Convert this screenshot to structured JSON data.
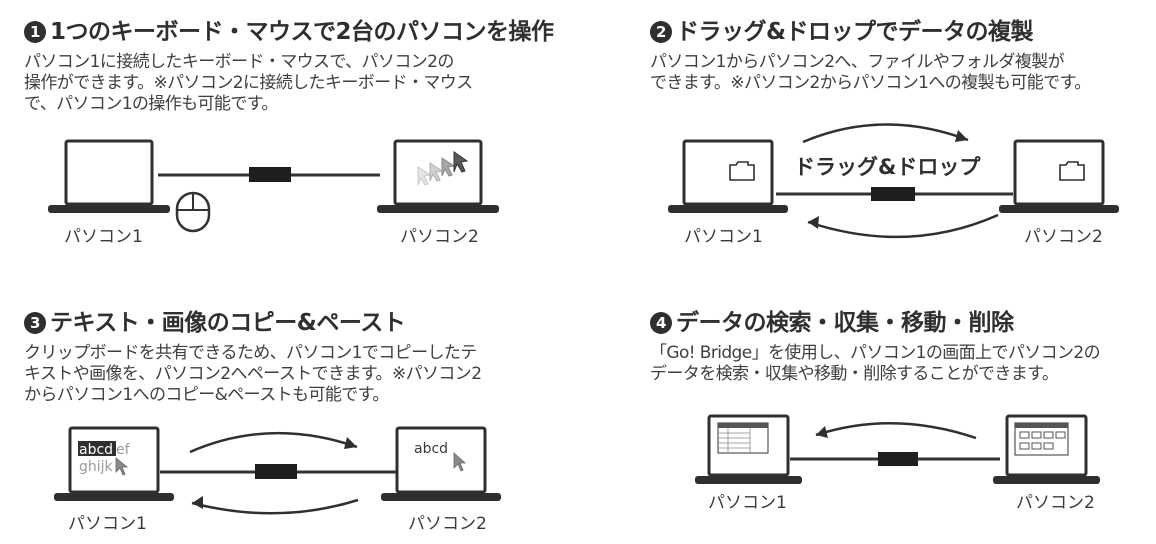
{
  "sections": [
    {
      "num": "1",
      "title": "1つのキーボード・マウスで2台のパソコンを操作",
      "desc": [
        "パソコン1に接続したキーボード・マウスで、パソコン2の",
        "操作ができます。※パソコン2に接続したキーボード・マウス",
        "で、パソコン1の操作も可能です。"
      ],
      "pc_left": "パソコン1",
      "pc_right": "パソコン2"
    },
    {
      "num": "2",
      "title": "ドラッグ&ドロップでデータの複製",
      "desc": [
        "パソコン1からパソコン2へ、ファイルやフォルダ複製が",
        "できます。※パソコン2からパソコン1への複製も可能です。"
      ],
      "arrow_label": "ドラッグ&ドロップ",
      "pc_left": "パソコン1",
      "pc_right": "パソコン2"
    },
    {
      "num": "3",
      "title": "テキスト・画像のコピー&ペースト",
      "desc": [
        "クリップボードを共有できるため、パソコン1でコピーしたテ",
        "キストや画像を、パソコン2へペーストできます。※パソコン2",
        "からパソコン1へのコピー&ペーストも可能です。"
      ],
      "left_text_1_sel": "abcd",
      "left_text_1_rest": "ef",
      "left_text_2": "ghijk",
      "right_text": "abcd",
      "pc_left": "パソコン1",
      "pc_right": "パソコン2"
    },
    {
      "num": "4",
      "title": "データの検索・収集・移動・削除",
      "desc": [
        "「Go! Bridge」を使用し、パソコン1の画面上でパソコン2の",
        "データを検索・収集や移動・削除することができます。"
      ],
      "pc_left": "パソコン1",
      "pc_right": "パソコン2"
    }
  ],
  "colors": {
    "ink": "#2f2f2f",
    "cable": "#333333",
    "plug": "#1e1e1e"
  }
}
